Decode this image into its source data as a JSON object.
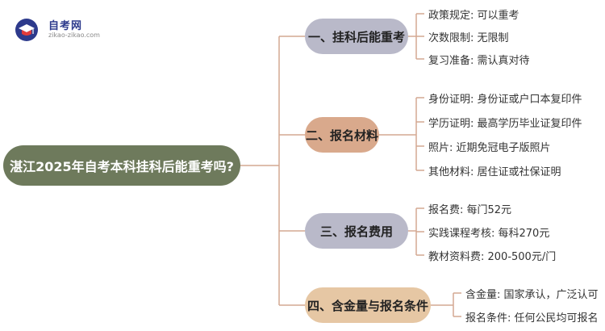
{
  "logo": {
    "title": "自考网",
    "url": "zikao-zikao.com"
  },
  "root": "湛江2025年自考本科挂科后能重考吗?",
  "branches": [
    {
      "label": "一、挂科后能重考",
      "leaves": [
        "政策规定: 可以重考",
        "次数限制: 无限制",
        "复习准备: 需认真对待"
      ]
    },
    {
      "label": "二、报名材料",
      "leaves": [
        "身份证明: 身份证或户口本复印件",
        "学历证明: 最高学历毕业证复印件",
        "照片: 近期免冠电子版照片",
        "其他材料: 居住证或社保证明"
      ]
    },
    {
      "label": "三、报名费用",
      "leaves": [
        "报名费: 每门52元",
        "实践课程考核: 每科270元",
        "教材资料费: 200-500元/门"
      ]
    },
    {
      "label": "四、含金量与报名条件",
      "leaves": [
        "含金量: 国家承认，广泛认可",
        "报名条件: 任何公民均可报名"
      ]
    }
  ],
  "colors": {
    "root": "#6e7a5c",
    "branch_gray": "#b9b9c9",
    "branch_orange": "#d9a98c",
    "branch_tan": "#e6c7a4",
    "connector": "#d4a892"
  }
}
